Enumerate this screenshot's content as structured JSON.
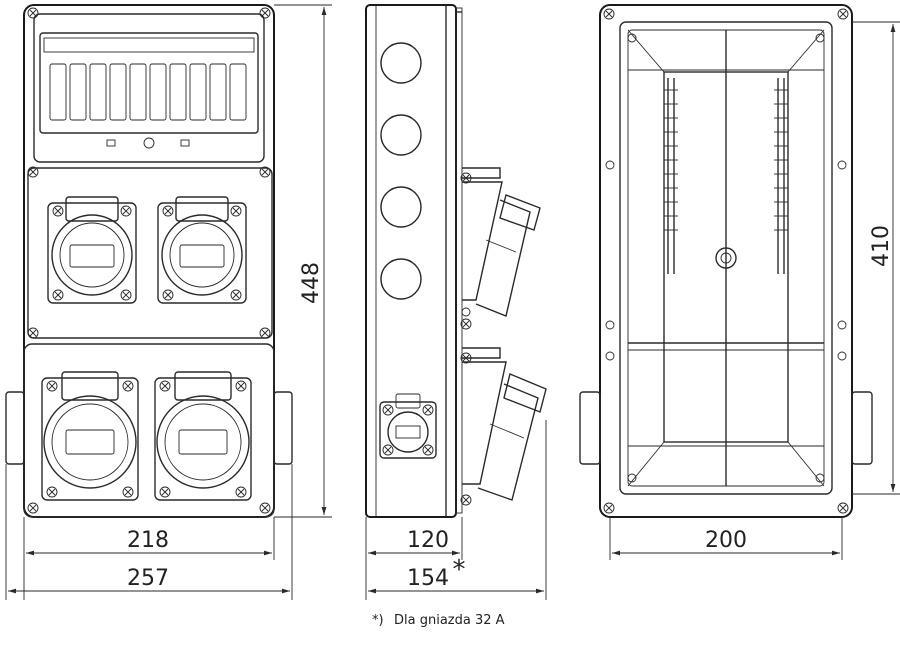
{
  "dimensions": {
    "front_height": "448",
    "front_inner_width": "218",
    "front_outer_width": "257",
    "side_depth": "120",
    "side_depth_with_socket": "154",
    "side_depth_marker": "*",
    "back_height": "410",
    "back_width": "200"
  },
  "note": {
    "marker": "*)",
    "text": "Dla gniazda 32 A"
  }
}
